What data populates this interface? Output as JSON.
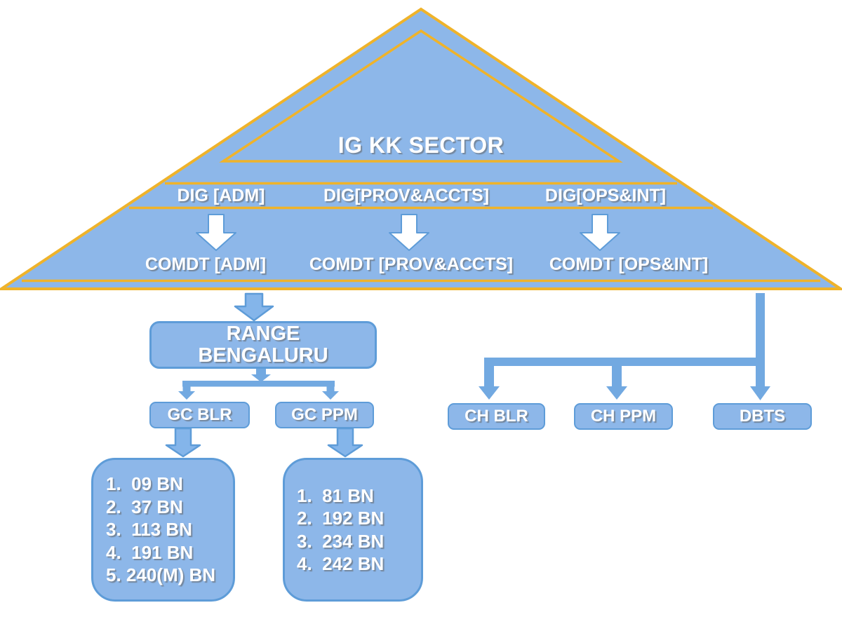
{
  "colors": {
    "pyramid_fill": "#8DB7E9",
    "gold_border": "#EFB32A",
    "box_border": "#5E9CD8",
    "connector_blue": "#72A9E1",
    "block_arrow_fill": "#84B5EA",
    "text": "#FFFFFF"
  },
  "pyramid": {
    "title": "IG KK SECTOR",
    "dig_labels": [
      "DIG [ADM]",
      "DIG[PROV&ACCTS]",
      "DIG[OPS&INT]"
    ],
    "comdt_labels": [
      "COMDT [ADM]",
      "COMDT [PROV&ACCTS]",
      "COMDT [OPS&INT]"
    ]
  },
  "range_branch": {
    "range_lines": [
      "RANGE",
      "BENGALURU"
    ],
    "gc_boxes": [
      {
        "label": "GC BLR",
        "battalions": [
          "1.  09 BN",
          "2.  37 BN",
          "3.  113 BN",
          "4.  191 BN",
          "5. 240(M) BN"
        ]
      },
      {
        "label": "GC PPM",
        "battalions": [
          "1.  81 BN",
          "2.  192 BN",
          "3.  234 BN",
          "4.  242 BN"
        ]
      }
    ]
  },
  "right_branch": {
    "boxes": [
      "CH BLR",
      "CH PPM",
      "DBTS"
    ]
  }
}
